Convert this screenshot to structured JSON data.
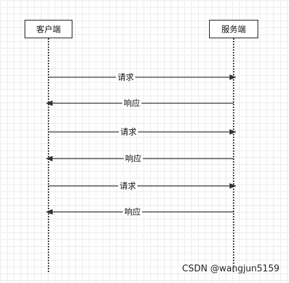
{
  "participants": [
    {
      "label": "客户端"
    },
    {
      "label": "服务端"
    }
  ],
  "messages": [
    {
      "label": "请求",
      "from": 0,
      "to": 1
    },
    {
      "label": "响应",
      "from": 1,
      "to": 0
    },
    {
      "label": "请求",
      "from": 0,
      "to": 1
    },
    {
      "label": "响应",
      "from": 1,
      "to": 0
    },
    {
      "label": "请求",
      "from": 0,
      "to": 1
    },
    {
      "label": "响应",
      "from": 1,
      "to": 0
    }
  ],
  "watermark": "CSDN @wangjun5159",
  "colors": {
    "line": "#333333",
    "lifeline": "#000000",
    "grid": "#ececec"
  }
}
